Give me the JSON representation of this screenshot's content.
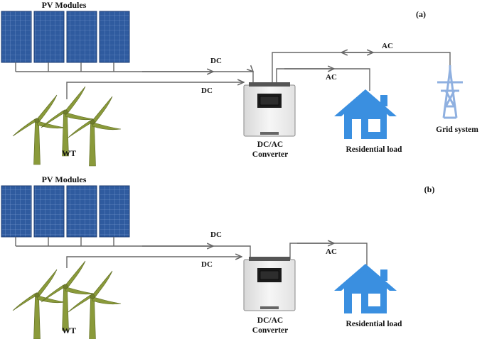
{
  "panels": [
    {
      "tag": "(a)",
      "pv_label": "PV Modules",
      "wt_label": "WT",
      "dc_label_top": "DC",
      "dc_label_bottom": "DC",
      "converter_label_line1": "DC/AC",
      "converter_label_line2": "Converter",
      "ac_load_label": "AC",
      "load_label": "Residential load",
      "ac_grid_label": "AC",
      "grid_label": "Grid system"
    },
    {
      "tag": "(b)",
      "pv_label": "PV Modules",
      "wt_label": "WT",
      "dc_label_top": "DC",
      "dc_label_bottom": "DC",
      "converter_label_line1": "DC/AC",
      "converter_label_line2": "Converter",
      "ac_load_label": "AC",
      "load_label": "Residential load"
    }
  ],
  "colors": {
    "pv_panel": "#2f5b9f",
    "pv_grid": "#7ea0d4",
    "turbine": "#8a9a3a",
    "house": "#3a8fe0",
    "pylon": "#8fb0e0",
    "wire": "#666666",
    "converter_body": "#eeeeee"
  }
}
